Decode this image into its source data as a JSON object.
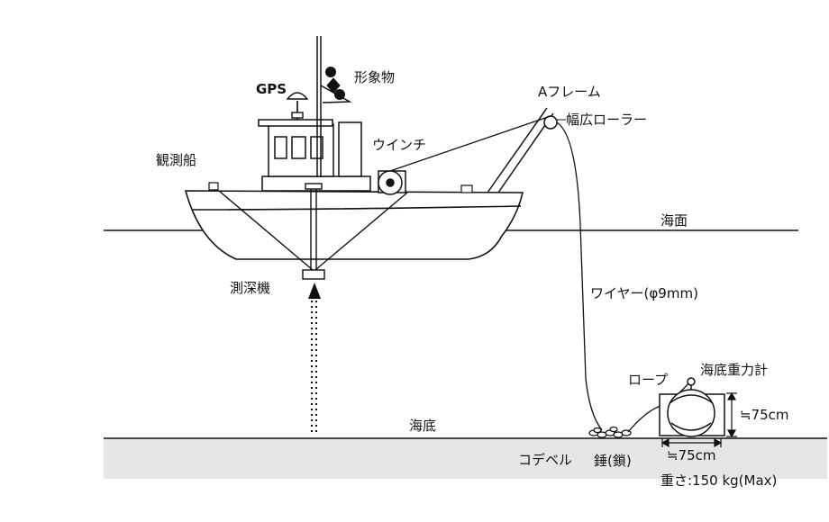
{
  "labels": {
    "gps": "GPS",
    "daymark": "形象物",
    "a_frame": "Aフレーム",
    "roller": "幅広ローラー",
    "winch": "ウインチ",
    "ship": "観測船",
    "sea_surface": "海面",
    "echo_sounder": "測深機",
    "wire": "ワイヤー(φ9mm)",
    "rope": "ロープ",
    "gravimeter": "海底重力計",
    "height": "≒75cm",
    "seabed": "海底",
    "codevel": "コデベル",
    "weight_chain": "錘(鎖)",
    "width": "≒75cm",
    "weight": "重さ:150 kg(Max)"
  },
  "colors": {
    "line": "#111111",
    "seabed_fill": "#e6e6e6",
    "background": "#ffffff"
  }
}
